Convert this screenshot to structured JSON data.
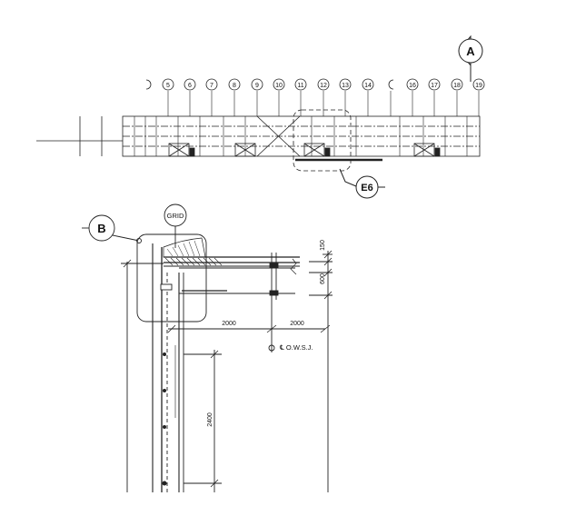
{
  "grid_bubbles": [
    "5",
    "6",
    "7",
    "8",
    "9",
    "10",
    "11",
    "12",
    "13",
    "14",
    "16",
    "17",
    "18",
    "19"
  ],
  "callouts": {
    "section_a": "A",
    "detail_e6": "E6",
    "detail_b": "B",
    "grid_tag": "GRID"
  },
  "dimensions": {
    "top_depth": "150",
    "beam_depth": "600",
    "span_left": "2000",
    "span_right": "2000",
    "vertical": "2400"
  },
  "labels": {
    "owsj": "℄ O.W.S.J."
  }
}
